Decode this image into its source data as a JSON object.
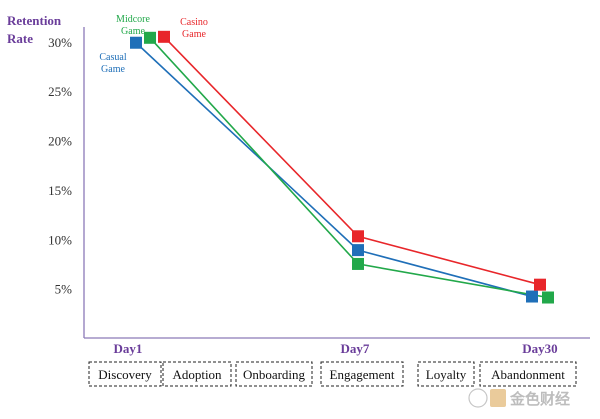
{
  "chart_data": {
    "type": "line",
    "ylabel_lines": [
      "Retention",
      "Rate"
    ],
    "ylim": [
      0,
      32
    ],
    "yticks": [
      {
        "value": 30,
        "label": "30%"
      },
      {
        "value": 25,
        "label": "25%"
      },
      {
        "value": 20,
        "label": "20%"
      },
      {
        "value": 15,
        "label": "15%"
      },
      {
        "value": 10,
        "label": "10%"
      },
      {
        "value": 5,
        "label": "5%"
      }
    ],
    "x": [
      "Day1",
      "Day7",
      "Day30"
    ],
    "series": [
      {
        "name": "Casual Game",
        "label_lines": [
          "Casual",
          "Game"
        ],
        "color": "#1f6fb8",
        "values": [
          29.9,
          8.9,
          4.2
        ]
      },
      {
        "name": "Midcore Game",
        "label_lines": [
          "Midcore",
          "Game"
        ],
        "color": "#22a84a",
        "values": [
          30.4,
          7.5,
          4.1
        ]
      },
      {
        "name": "Casino Game",
        "label_lines": [
          "Casino",
          "Game"
        ],
        "color": "#e8262a",
        "values": [
          30.5,
          10.3,
          5.4
        ]
      }
    ],
    "stages": [
      "Discovery",
      "Adoption",
      "Onboarding",
      "Engagement",
      "Loyalty",
      "Abandonment"
    ]
  },
  "colors": {
    "axis": "#8c7ab8",
    "label_text": "#6a3d9a"
  },
  "watermark": "金色财经"
}
